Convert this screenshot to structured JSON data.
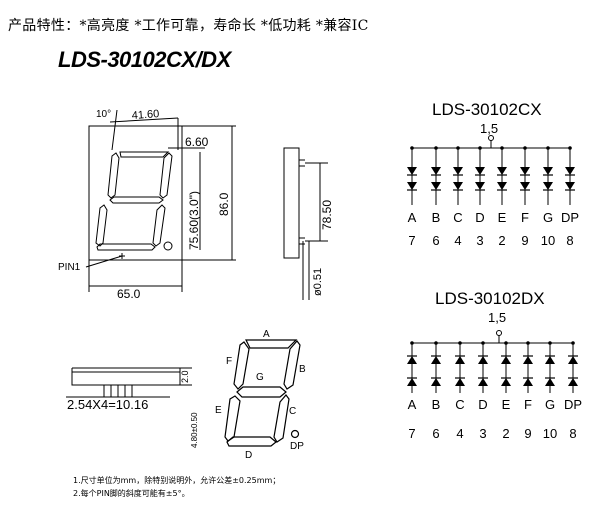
{
  "header": {
    "features": "产品特性：*高亮度 *工作可靠，寿命长 *低功耗 *兼容IC"
  },
  "model": "LDS-30102CX/DX",
  "front_view": {
    "dims": {
      "angle": "10°",
      "top_width": "41.60",
      "seg_width": "6.60",
      "digit_height": "75.60(3.0\")",
      "body_height": "86.0",
      "body_width": "65.0"
    },
    "pin1_label": "PIN1"
  },
  "side_view": {
    "pin_span": "78.50",
    "pin_dia": "ø0.51"
  },
  "bottom_view": {
    "height": "2.0",
    "pitch": "2.54X4=10.16"
  },
  "segment_view": {
    "pin_length": "4.80±0.50",
    "labels": {
      "a": "A",
      "b": "B",
      "c": "C",
      "d": "D",
      "e": "E",
      "f": "F",
      "g": "G",
      "dp": "DP"
    }
  },
  "circuit_cx": {
    "title": "LDS-30102CX",
    "common": "1,5",
    "segments": [
      "A",
      "B",
      "C",
      "D",
      "E",
      "F",
      "G",
      "DP"
    ],
    "pins": [
      "7",
      "6",
      "4",
      "3",
      "2",
      "9",
      "10",
      "8"
    ]
  },
  "circuit_dx": {
    "title": "LDS-30102DX",
    "common": "1,5",
    "segments": [
      "A",
      "B",
      "C",
      "D",
      "E",
      "F",
      "G",
      "DP"
    ],
    "pins": [
      "7",
      "6",
      "4",
      "3",
      "2",
      "9",
      "10",
      "8"
    ]
  },
  "notes": [
    "1.尺寸单位为mm，除特别说明外，允许公差±0.25mm；",
    "2.每个PIN脚的斜度可能有±5°。"
  ]
}
